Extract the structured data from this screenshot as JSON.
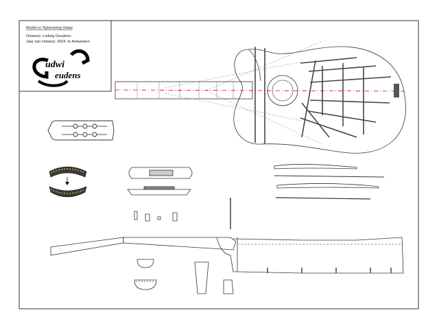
{
  "title_block": {
    "line1": "Model nr. Nylonstring Gitaar",
    "line2": "Ontwerp: Ludwig Geudens",
    "line3": "Jaar van ontwerp: 2004, te Antwerpen"
  },
  "logo": {
    "upper_text": "udwi",
    "lower_text": "eudens"
  }
}
